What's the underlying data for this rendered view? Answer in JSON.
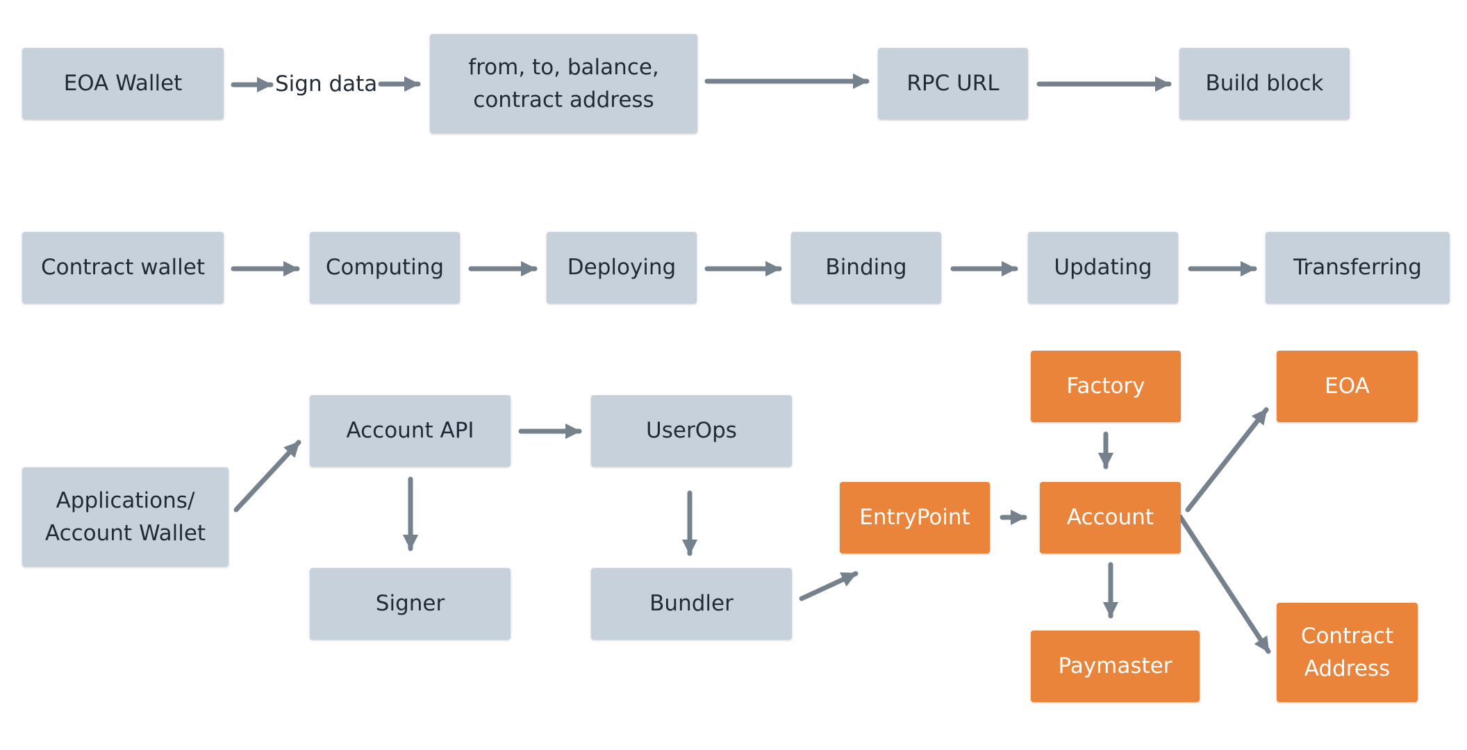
{
  "colors": {
    "box_gray": "#c6d1db",
    "box_orange": "#e9843a",
    "arrow": "#75818d",
    "text_dark": "#1f2a36",
    "text_light": "#ffffff"
  },
  "row1": {
    "eoa_wallet": "EOA Wallet",
    "sign_data": "Sign data",
    "tx_fields": "from, to, balance,\ncontract address",
    "rpc_url": "RPC URL",
    "build_block": "Build block"
  },
  "row2": {
    "contract_wallet": "Contract wallet",
    "computing": "Computing",
    "deploying": "Deploying",
    "binding": "Binding",
    "updating": "Updating",
    "transferring": "Transferring"
  },
  "row3": {
    "applications": "Applications/\nAccount Wallet",
    "account_api": "Account API",
    "userops": "UserOps",
    "signer": "Signer",
    "bundler": "Bundler",
    "entrypoint": "EntryPoint",
    "factory": "Factory",
    "account": "Account",
    "paymaster": "Paymaster",
    "eoa": "EOA",
    "contract_address": "Contract\nAddress"
  }
}
